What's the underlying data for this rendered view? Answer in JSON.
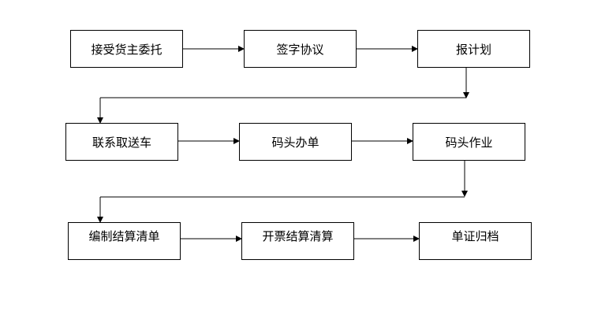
{
  "flowchart": {
    "steps": [
      "接受货主委托",
      "签字协议",
      "报计划",
      "联系取送车",
      "码头办单",
      "码头作业",
      "编制结算清单",
      "开票结算清算",
      "单证归档"
    ],
    "line_color": "#000000"
  }
}
